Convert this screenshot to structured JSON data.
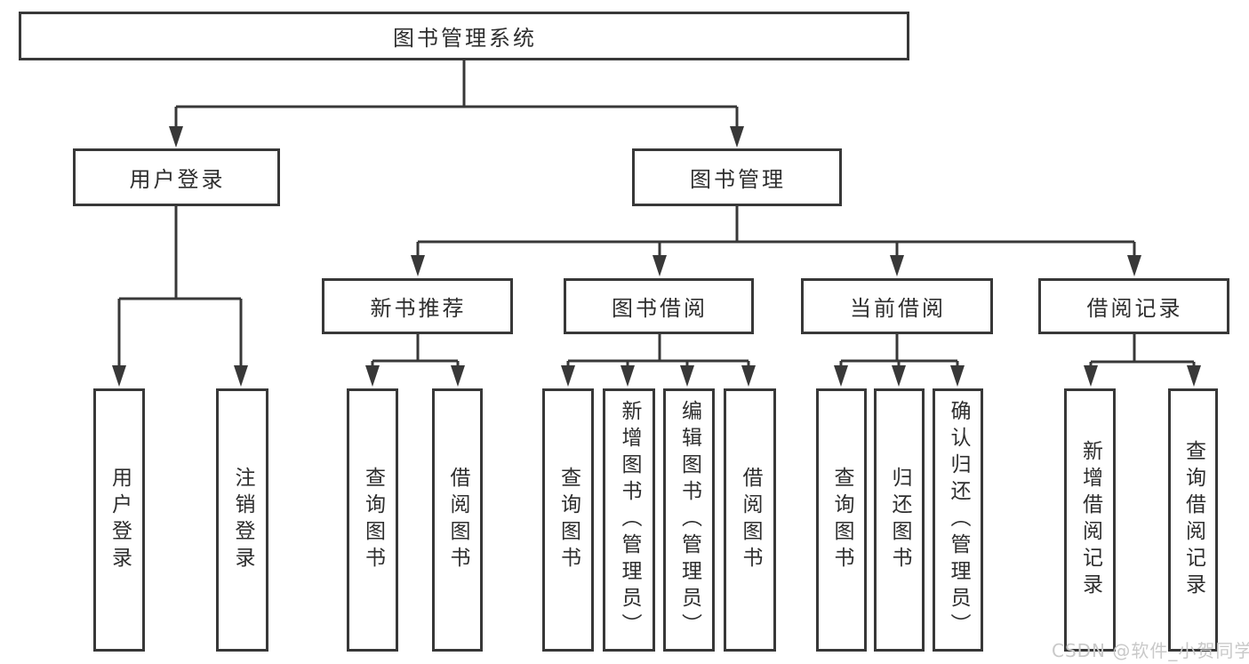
{
  "diagram": {
    "root": "图书管理系统",
    "branches": [
      {
        "label": "用户登录",
        "children": [
          "用户登录",
          "注销登录"
        ]
      },
      {
        "label": "图书管理",
        "groups": [
          {
            "label": "新书推荐",
            "children": [
              "查询图书",
              "借阅图书"
            ]
          },
          {
            "label": "图书借阅",
            "children": [
              "查询图书",
              "新增图书（管理员）",
              "编辑图书（管理员）",
              "借阅图书"
            ]
          },
          {
            "label": "当前借阅",
            "children": [
              "查询图书",
              "归还图书",
              "确认归还（管理员）"
            ]
          },
          {
            "label": "借阅记录",
            "children": [
              "新增借阅记录",
              "查询借阅记录"
            ]
          }
        ]
      }
    ]
  },
  "watermark": "CSDN @软件_小贺同学",
  "colors": {
    "line": "#383838",
    "box_fill": "#ffffff",
    "text": "#2e2e2e",
    "background": "#ffffff",
    "watermark": "#c9c9c9"
  }
}
